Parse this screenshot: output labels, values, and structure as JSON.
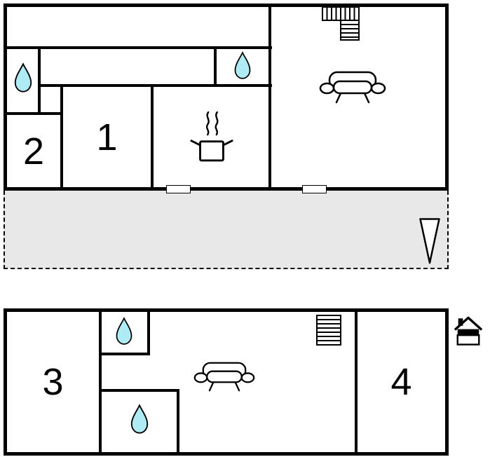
{
  "colors": {
    "wall": "#000000",
    "droplet_fill": "#aeebf5",
    "terrace_fill": "#e8e8e8",
    "background": "#ffffff"
  },
  "upper_floor": {
    "rooms": [
      {
        "id": "room-1",
        "label": "1"
      },
      {
        "id": "room-2",
        "label": "2"
      }
    ],
    "features": [
      "water-droplet",
      "water-droplet",
      "cooking-pot-with-steam",
      "sofa",
      "l-shaped-staircase",
      "door-opening",
      "door-opening"
    ]
  },
  "terrace": {
    "features": [
      "down-arrow-triangle"
    ]
  },
  "lower_floor": {
    "rooms": [
      {
        "id": "room-3",
        "label": "3"
      },
      {
        "id": "room-4",
        "label": "4"
      }
    ],
    "features": [
      "water-droplet",
      "water-droplet",
      "sofa",
      "staircase"
    ]
  },
  "legend": {
    "features": [
      "house-level-indicator"
    ]
  }
}
